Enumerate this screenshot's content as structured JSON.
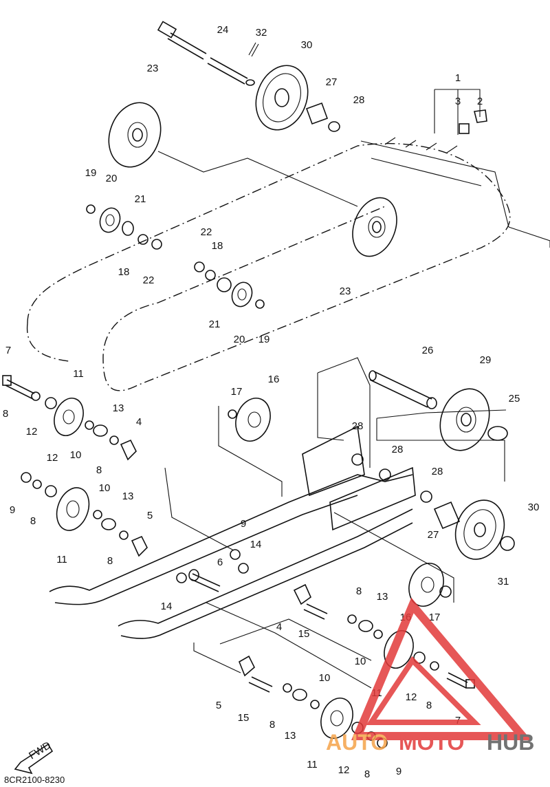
{
  "diagram": {
    "reference_code": "8CR2100-8230",
    "fwd_label": "FWD",
    "watermark": {
      "part1": "AUTO",
      "part2": "MOTO",
      "part3": "HUB",
      "red": "#e23a3a",
      "orange": "#f5a34a",
      "grey": "#5a5a5a"
    },
    "callouts": [
      "24",
      "32",
      "30",
      "23",
      "27",
      "28",
      "1",
      "3",
      "2",
      "19",
      "20",
      "21",
      "18",
      "22",
      "22",
      "18",
      "23",
      "21",
      "20",
      "19",
      "7",
      "11",
      "8",
      "12",
      "10",
      "13",
      "4",
      "8",
      "12",
      "9",
      "8",
      "10",
      "13",
      "11",
      "5",
      "8",
      "26",
      "29",
      "25",
      "17",
      "16",
      "28",
      "28",
      "28",
      "30",
      "27",
      "31",
      "9",
      "14",
      "6",
      "14",
      "8",
      "13",
      "16",
      "17",
      "4",
      "15",
      "10",
      "11",
      "12",
      "8",
      "7",
      "5",
      "15",
      "10",
      "8",
      "13",
      "11",
      "12",
      "8",
      "9"
    ]
  }
}
